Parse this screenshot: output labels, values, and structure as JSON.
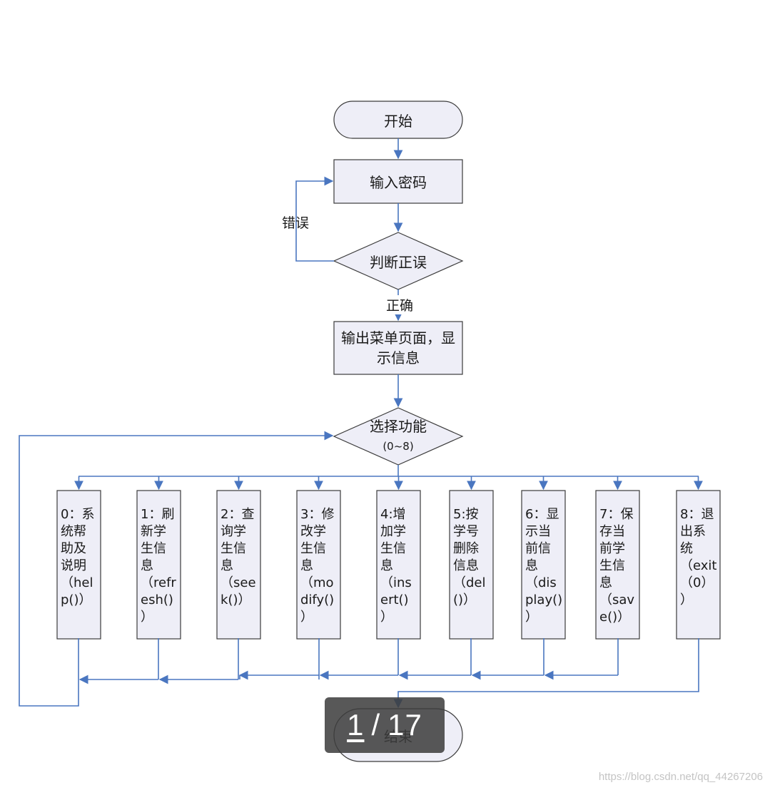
{
  "nodes": {
    "start": "开始",
    "input_password": "输入密码",
    "check": "判断正误",
    "menu_line1": "输出菜单页面，显",
    "menu_line2": "示信息",
    "select_line1": "选择功能",
    "select_line2": "(0~8)",
    "end": "结束"
  },
  "edge_labels": {
    "error": "错误",
    "correct": "正确"
  },
  "options": [
    {
      "text": "0：系\n统帮\n助及\n说明\n（hel\np()）"
    },
    {
      "text": "1：刷\n新学\n生信\n息\n（refr\nesh()\n）"
    },
    {
      "text": "2：查\n询学\n生信\n息\n（see\nk()）"
    },
    {
      "text": "3：修\n改学\n生信\n息\n（mo\ndify()\n）"
    },
    {
      "text": "4:增\n加学\n生信\n息\n（ins\nert()\n）"
    },
    {
      "text": "5:按\n学号\n删除\n信息\n（del\n()）"
    },
    {
      "text": "6：显\n示当\n前信\n息\n（dis\nplay()\n）"
    },
    {
      "text": "7：保\n存当\n前学\n生信\n息\n（sav\ne()）"
    },
    {
      "text": "8：退\n出系\n统\n（exit\n（0）\n）"
    }
  ],
  "pager": {
    "current": "1",
    "separator": "/",
    "total": "17"
  },
  "watermark": "https://blog.csdn.net/qq_44267206",
  "colors": {
    "fill": "#eeeef7",
    "stroke": "#3b3b3b",
    "line": "#4a76c0"
  }
}
